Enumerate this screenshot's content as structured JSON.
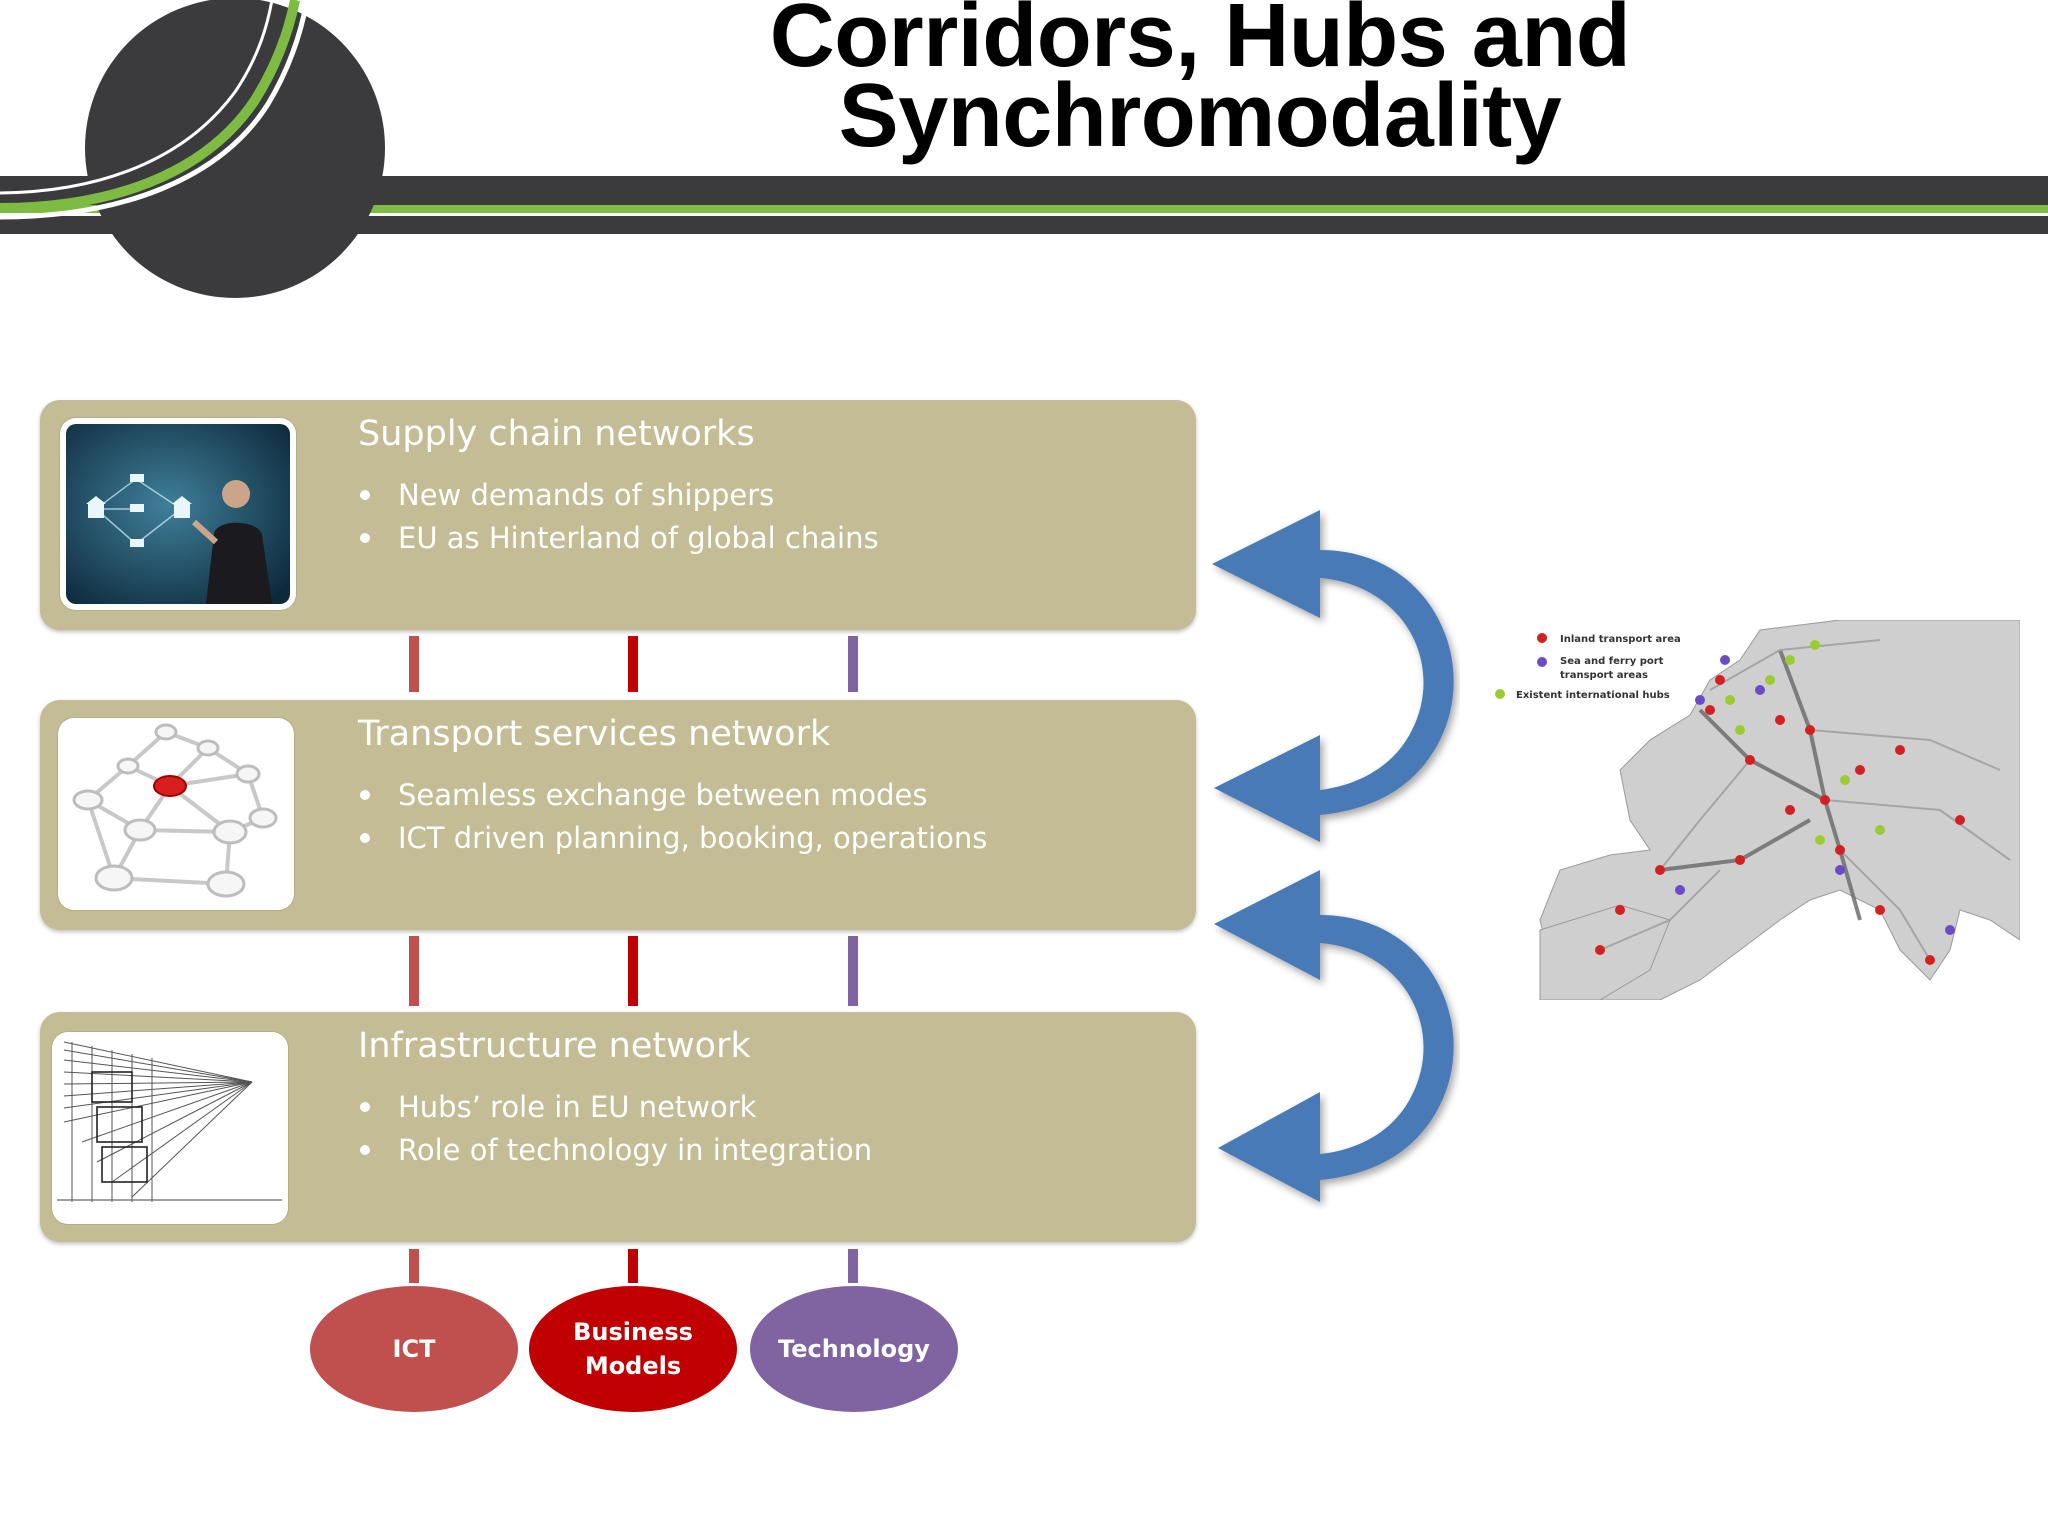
{
  "title": {
    "line1": "Corridors, Hubs and",
    "line2": "Synchromodality"
  },
  "colors": {
    "panel": "#c4bc94",
    "header_bar": "#3b3b3d",
    "header_green": "#7dbb42",
    "arrow": "#4a7ab8",
    "ict": "#c0504d",
    "business_models": "#c00000",
    "technology": "#8064a2"
  },
  "layers": [
    {
      "title": "Supply chain networks",
      "bullets": [
        "New demands of shippers",
        "EU as Hinterland of global chains"
      ],
      "image": "supply-chain-photo"
    },
    {
      "title": "Transport services network",
      "bullets": [
        "Seamless exchange between modes",
        "ICT driven planning, booking, operations"
      ],
      "image": "network-graph-image"
    },
    {
      "title": "Infrastructure network",
      "bullets": [
        "Hubs’ role in EU network",
        "Role of technology in integration"
      ],
      "image": "perspective-drawing-image"
    }
  ],
  "enablers": [
    {
      "label": "ICT"
    },
    {
      "label": "Business\nModels"
    },
    {
      "label": "Technology"
    }
  ],
  "map": {
    "legend": [
      "Inland transport area",
      "Sea and ferry port",
      "transport areas",
      "Existent international hubs"
    ]
  }
}
